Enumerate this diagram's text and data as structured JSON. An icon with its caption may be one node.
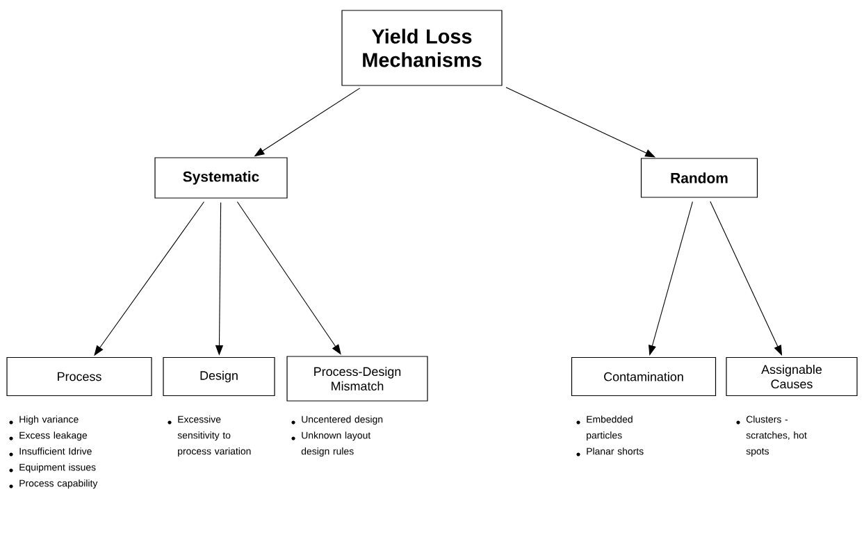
{
  "diagram": {
    "nodes": [
      {
        "text": [
          "Yield Loss Mechanisms"
        ]
      },
      {
        "text": [
          "Systematic"
        ]
      },
      {
        "text": [
          "Random"
        ]
      },
      {
        "text": [
          "Process"
        ],
        "beside": [
          "High variance",
          "Excess leakage",
          "Insufficient Idrive",
          "Equipment issues",
          "Process capability"
        ]
      },
      {
        "text": [
          "Design"
        ],
        "beside": [
          "Excessive sensitivity to process variation"
        ]
      },
      {
        "text": [
          "Process-Design Mismatch"
        ],
        "beside": [
          "Uncentered design",
          "Unknown layout design rules"
        ]
      },
      {
        "text": [
          "Contamination"
        ],
        "beside": [
          "Embedded particles",
          "Planar shorts"
        ]
      },
      {
        "text": [
          "Assignable Causes"
        ],
        "beside": [
          "Clusters - scratches, hot spots"
        ]
      }
    ],
    "edges": [
      {
        "from": 0,
        "to": 1,
        "arrow": "to"
      },
      {
        "from": 0,
        "to": 2,
        "arrow": "to"
      },
      {
        "from": 1,
        "to": 3,
        "arrow": "to"
      },
      {
        "from": 1,
        "to": 4,
        "arrow": "to"
      },
      {
        "from": 1,
        "to": 5,
        "arrow": "to"
      },
      {
        "from": 2,
        "to": 6,
        "arrow": "to"
      },
      {
        "from": 2,
        "to": 7,
        "arrow": "to"
      }
    ]
  }
}
